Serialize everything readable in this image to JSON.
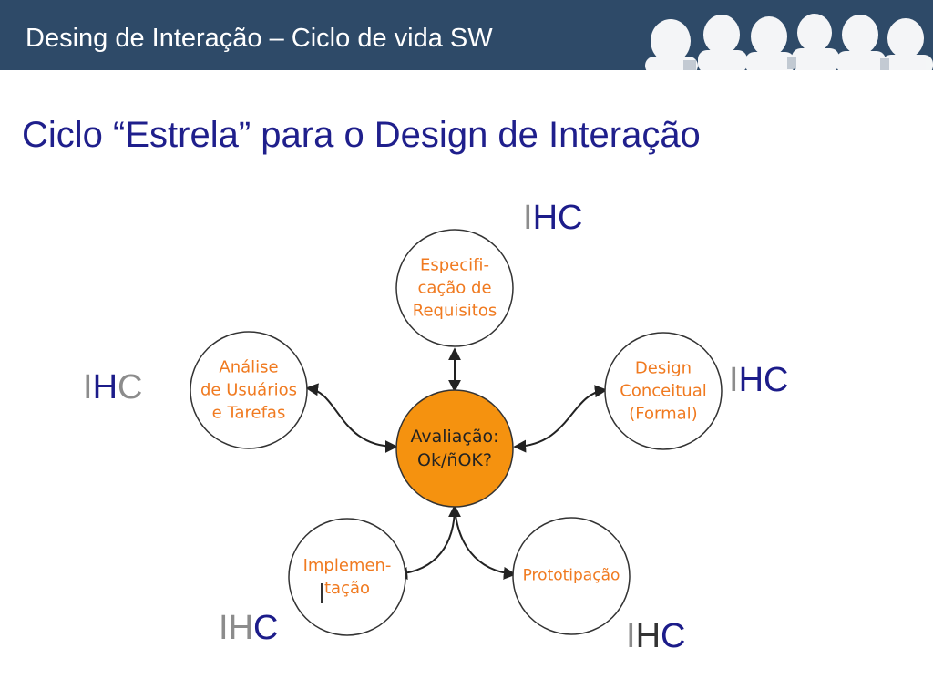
{
  "header": {
    "title": "Desing de Interação – Ciclo de vida SW"
  },
  "slide": {
    "title": "Ciclo “Estrela” para o Design de Interação"
  },
  "colors": {
    "header_bg": "#2e4a68",
    "title": "#1f1f8c",
    "node_text": "#f07a20",
    "center_fill": "#f5920f",
    "ihc_gray": "#8c8c8c",
    "ihc_blue": "#1c1c8a",
    "ihc_dark": "#333333"
  },
  "diagram": {
    "center": {
      "lines": [
        "Avaliação:",
        "Ok/ñOK?"
      ]
    },
    "nodes": {
      "especificacao": {
        "lines": [
          "Especifi-",
          "cação de",
          "Requisitos"
        ]
      },
      "analise": {
        "lines": [
          "Análise",
          "de Usuários",
          "e Tarefas"
        ]
      },
      "design": {
        "lines": [
          "Design",
          "Conceitual",
          "(Formal)"
        ]
      },
      "implementacao": {
        "lines": [
          "Implemen-",
          "tação"
        ]
      },
      "prototipacao": {
        "lines": [
          "Prototipação"
        ]
      }
    },
    "ihc_labels": {
      "top": {
        "i": "I",
        "h": "H",
        "c": "C"
      },
      "left": {
        "i": "I",
        "h": "H",
        "c": "C"
      },
      "right": {
        "i": "I",
        "h": "H",
        "c": "C"
      },
      "bottom_left": {
        "i": "I",
        "h": "H",
        "c": "C"
      },
      "bottom_right": {
        "i": "I",
        "h": "H",
        "c": "C"
      }
    }
  }
}
